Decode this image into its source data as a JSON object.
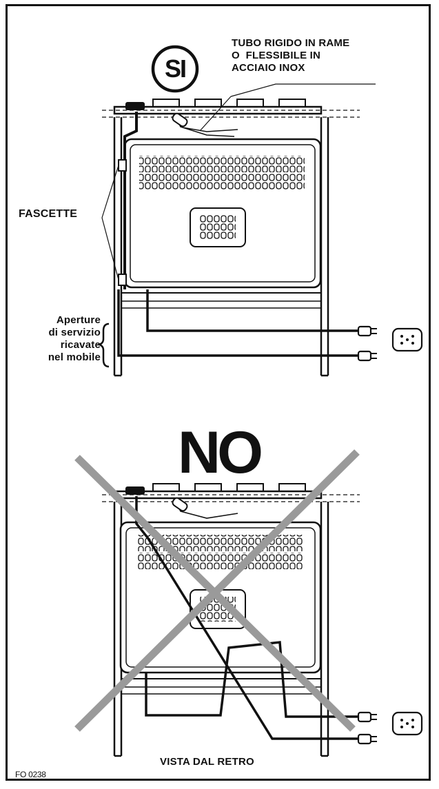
{
  "top_panel": {
    "verdict": "SI",
    "pipe_label": [
      "TUBO RIGIDO IN RAME",
      "O  FLESSIBILE IN",
      "ACCIAIO INOX"
    ],
    "clamps_label": "FASCETTE",
    "openings_label": [
      "Aperture",
      "di servizio",
      "ricavate",
      "nel mobile"
    ]
  },
  "bottom_panel": {
    "verdict": "NO",
    "view_label": "VISTA DAL RETRO"
  },
  "figure_code": "FO 0238",
  "colors": {
    "ink": "#111111",
    "cross": "#9a9a9a",
    "paper": "#ffffff"
  }
}
